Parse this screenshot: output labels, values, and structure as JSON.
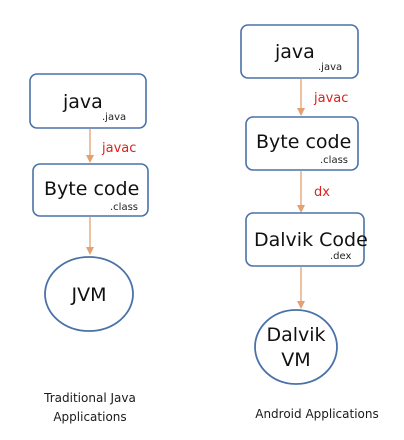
{
  "colors": {
    "node_border": "#4a72a8",
    "arrow": "#e3a070",
    "edge_label": "#d8241c",
    "text": "#111111"
  },
  "traditional": {
    "nodes": {
      "java": {
        "label": "java",
        "sublabel": ".java"
      },
      "bytecode": {
        "label": "Byte code",
        "sublabel": ".class"
      },
      "jvm": {
        "label": "JVM"
      }
    },
    "edges": {
      "javac": "javac"
    },
    "caption": [
      "Traditional Java",
      "Applications"
    ]
  },
  "android": {
    "nodes": {
      "java": {
        "label": "java",
        "sublabel": ".java"
      },
      "bytecode": {
        "label": "Byte code",
        "sublabel": ".class"
      },
      "dalvik_code": {
        "label": "Dalvik Code",
        "sublabel": ".dex"
      },
      "dalvik_vm": {
        "label": [
          "Dalvik",
          "VM"
        ]
      }
    },
    "edges": {
      "javac": "javac",
      "dx": "dx"
    },
    "caption": "Android Applications"
  }
}
